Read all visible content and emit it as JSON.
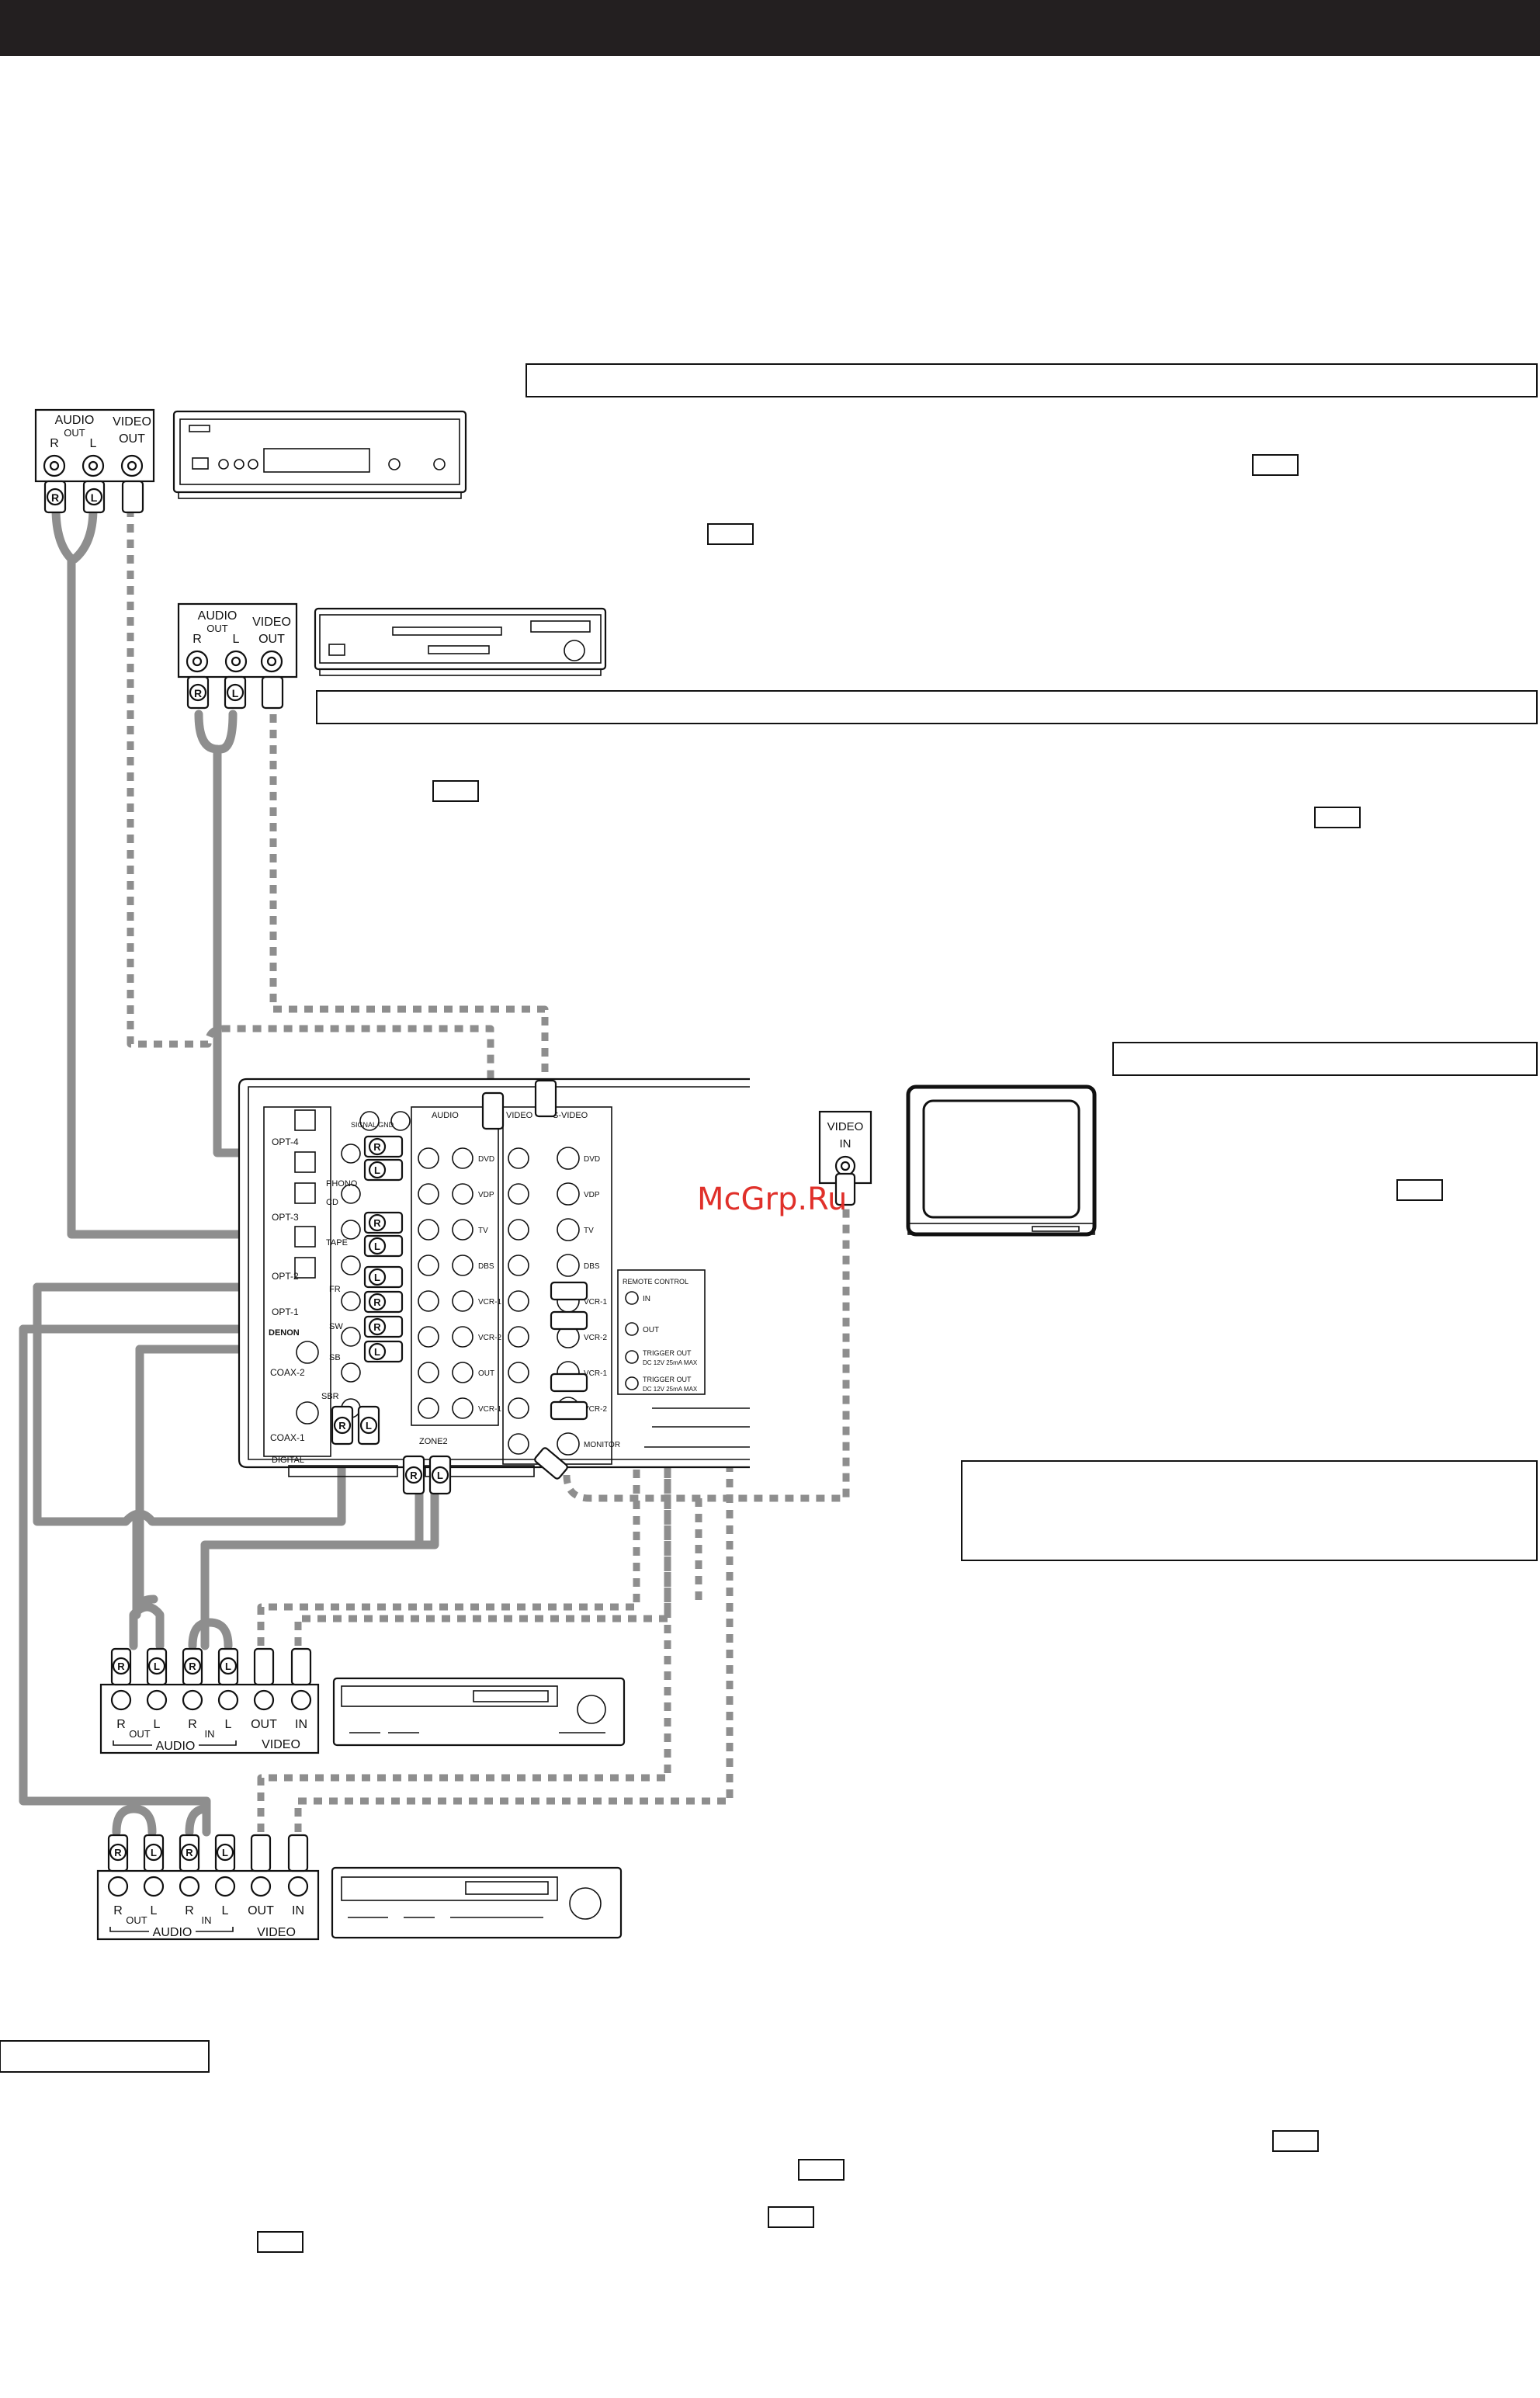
{
  "watermark": "McGrp.Ru",
  "labels": {
    "audio": "AUDIO",
    "video": "VIDEO",
    "out": "OUT",
    "in": "IN",
    "r": "R",
    "l": "L",
    "video_in_a": "VIDEO",
    "video_in_b": "IN",
    "s_video": "S-VIDEO",
    "digital": "DIGITAL",
    "zone2": "ZONE2",
    "denon": "DENON"
  },
  "receiver": {
    "optical": [
      "OPT-4",
      "OPT-3",
      "OPT-2",
      "OPT-1"
    ],
    "coaxial": [
      "COAX-2",
      "COAX-1"
    ],
    "audio_inputs": [
      "PHONO",
      "CD",
      "TAPE",
      "FR",
      "SW",
      "SB",
      "SBR"
    ],
    "video_inputs": [
      "DVD",
      "VDP",
      "TV",
      "DBS",
      "VCR-1",
      "VCR-2",
      "OUT",
      "VCR-1",
      "VCR-2",
      "MONITOR"
    ],
    "remote": [
      "REMOTE CONTROL",
      "IN",
      "OUT"
    ],
    "trigger": [
      "TRIGGER OUT",
      "DC 12V 25mA MAX",
      "TRIGGER OUT",
      "DC 12V 25mA MAX"
    ],
    "signal_gnd": "SIGNAL GND"
  }
}
